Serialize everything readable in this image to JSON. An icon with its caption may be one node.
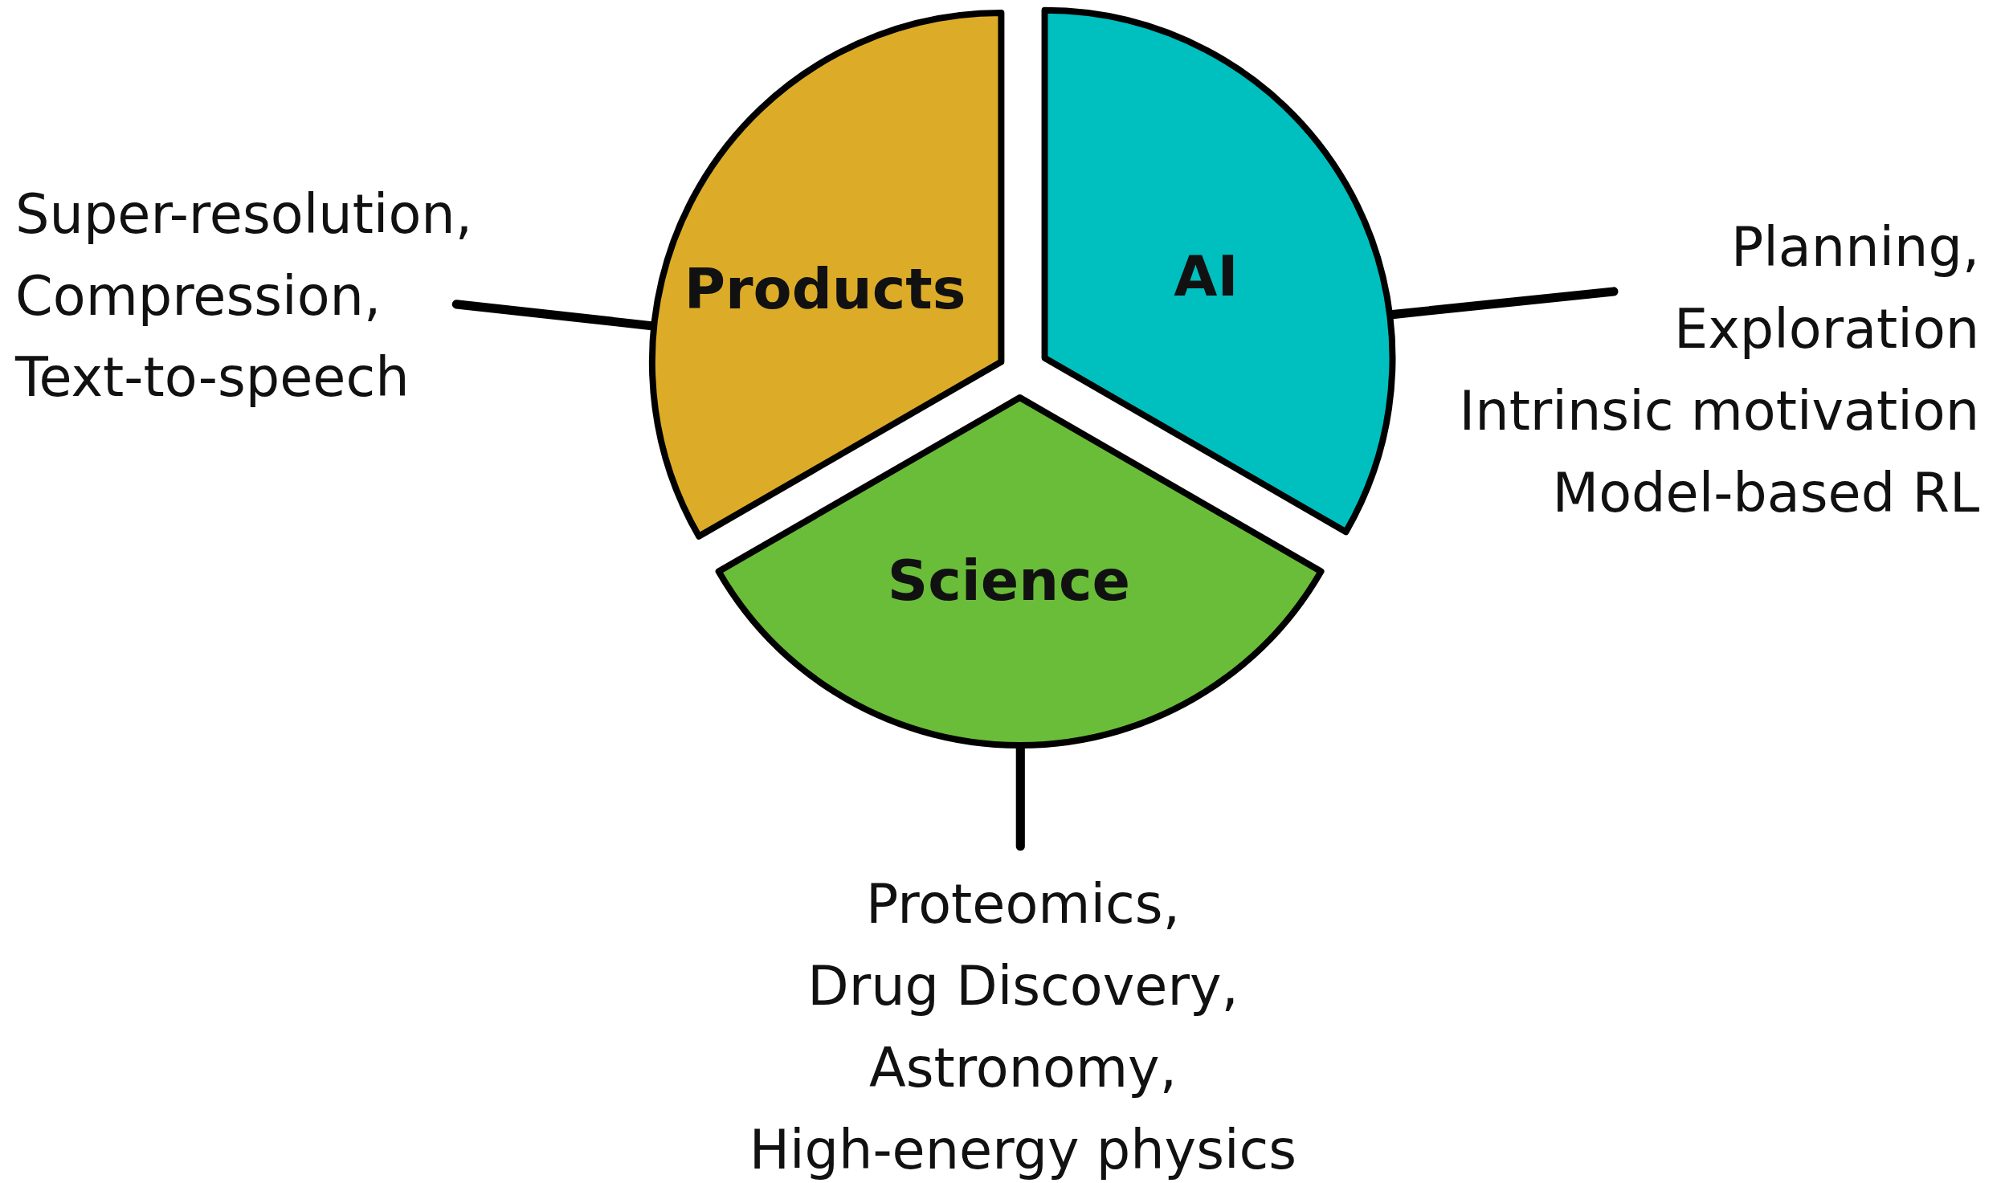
{
  "diagram": {
    "nodes": [
      {
        "text": [
          "Products"
        ]
      },
      {
        "text": [
          "AI"
        ]
      },
      {
        "text": [
          "Science"
        ]
      },
      {
        "text": [
          "Super-resolution,",
          "Compression,",
          "Text-to-speech"
        ]
      },
      {
        "text": [
          "Planning,",
          "Exploration",
          "Intrinsic motivation",
          "Model-based RL"
        ]
      },
      {
        "text": [
          "Proteomics,",
          "Drug Discovery,",
          "Astronomy,",
          "High-energy physics"
        ]
      }
    ],
    "edges": [
      {
        "from": 3,
        "to": 0,
        "arrow": "none"
      },
      {
        "from": 4,
        "to": 1,
        "arrow": "none"
      },
      {
        "from": 5,
        "to": 2,
        "arrow": "none"
      }
    ]
  }
}
